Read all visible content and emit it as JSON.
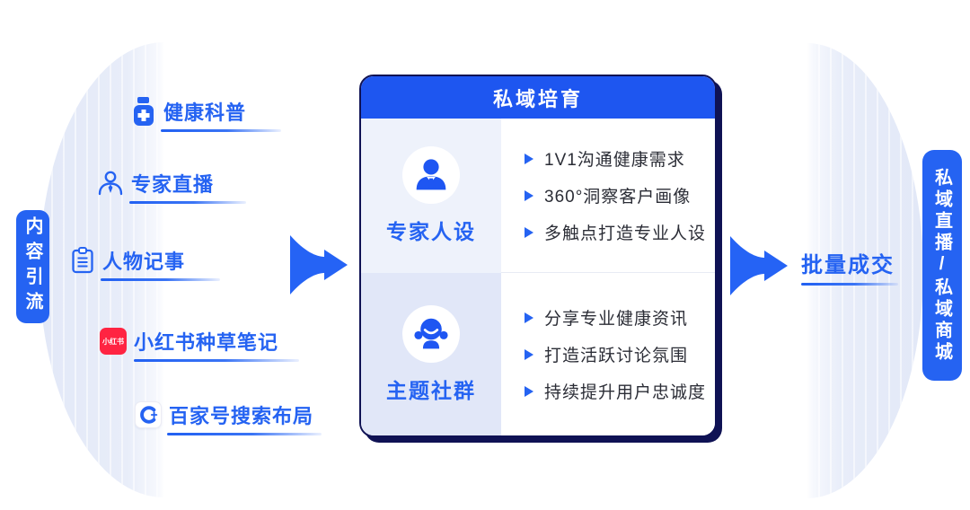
{
  "colors": {
    "primary_blue": "#2563F2",
    "header_blue": "#1E56F0",
    "dark_navy": "#0F1254",
    "fan_light_blue": "#E5EAF8",
    "section_top_bg": "#EEF2FB",
    "section_bottom_bg": "#E1E7F8",
    "xiaohongshu_red": "#FF2442",
    "body_text": "#2B2D36"
  },
  "left_pill": {
    "label": "内容引流"
  },
  "sources": [
    {
      "label": "健康科普",
      "icon": "medicine-bottle-icon"
    },
    {
      "label": "专家直播",
      "icon": "person-icon"
    },
    {
      "label": "人物记事",
      "icon": "clipboard-icon"
    },
    {
      "label": "小红书种草笔记",
      "icon": "xiaohongshu-icon",
      "icon_text": "小红书"
    },
    {
      "label": "百家号搜索布局",
      "icon": "baijiahao-icon"
    }
  ],
  "card": {
    "title": "私域培育",
    "sections": [
      {
        "label": "专家人设",
        "icon": "expert-avatar-icon",
        "bullets": [
          "1V1沟通健康需求",
          "360°洞察客户画像",
          "多触点打造专业人设"
        ]
      },
      {
        "label": "主题社群",
        "icon": "community-mascot-icon",
        "bullets": [
          "分享专业健康资讯",
          "打造活跃讨论氛围",
          "持续提升用户忠诚度"
        ]
      }
    ]
  },
  "outcome": {
    "label": "批量成交"
  },
  "right_pill": {
    "label": "私域直播/私域商城"
  }
}
